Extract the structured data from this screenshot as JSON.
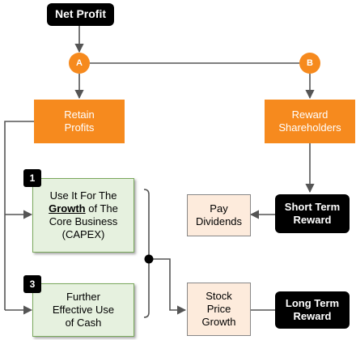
{
  "nodes": {
    "net_profit": "Net Profit",
    "branch_a": "A",
    "branch_b": "B",
    "retain_profits": {
      "line1": "Retain",
      "line2": "Profits"
    },
    "reward_shareholders": {
      "line1": "Reward",
      "line2": "Shareholders"
    },
    "growth_capex": {
      "badge": "1",
      "line1": "Use It For The",
      "emphasis": "Growth",
      "line2_rest": "of The",
      "line3": "Core Business",
      "line4": "(CAPEX)"
    },
    "effective_cash": {
      "badge": "3",
      "line1": "Further",
      "line2": "Effective Use",
      "line3": "of Cash"
    },
    "pay_dividends": {
      "line1": "Pay",
      "line2": "Dividends"
    },
    "short_term_reward": {
      "line1": "Short Term",
      "line2": "Reward"
    },
    "stock_price_growth": {
      "line1": "Stock",
      "line2": "Price",
      "line3": "Growth"
    },
    "long_term_reward": {
      "line1": "Long Term",
      "line2": "Reward"
    }
  },
  "colors": {
    "dark": "#000000",
    "orange": "#f68a1e",
    "green_fill": "#e6f1df",
    "green_border": "#7aa85c",
    "peach_fill": "#fdebdc",
    "connector": "#555555"
  }
}
